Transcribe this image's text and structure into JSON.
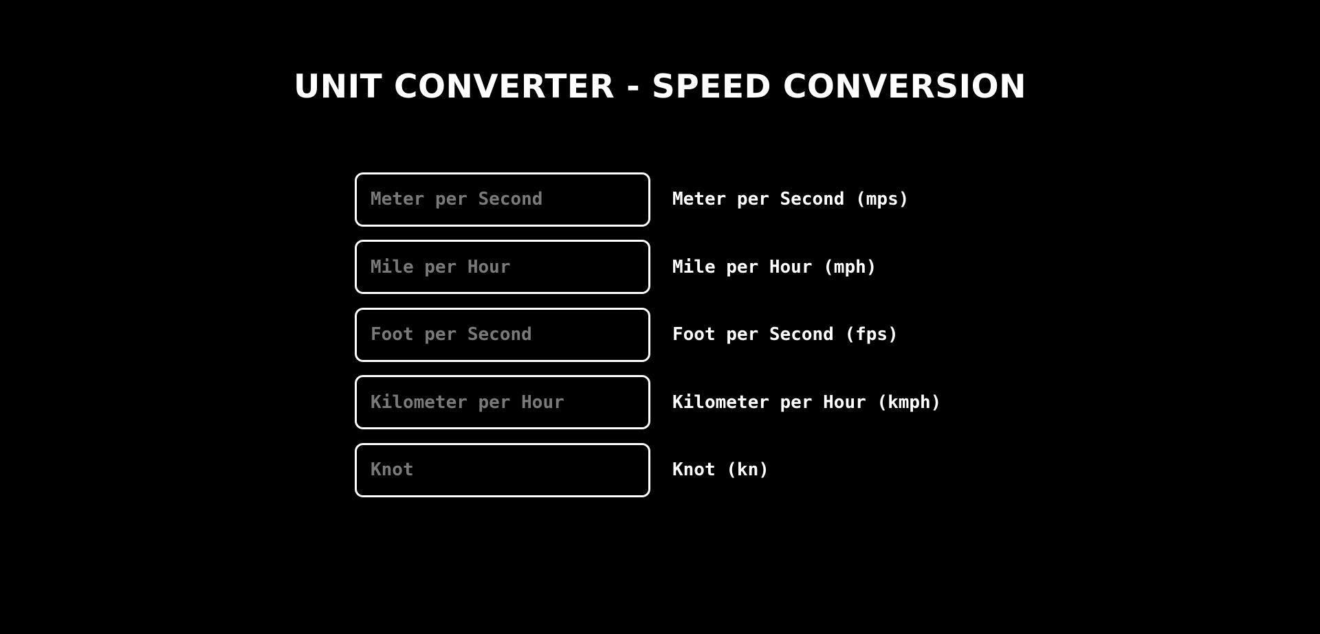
{
  "title": "UNIT CONVERTER - SPEED CONVERSION",
  "colors": {
    "background": "#000000",
    "text": "#ffffff",
    "placeholder": "#7a7a7a",
    "border": "#ffffff"
  },
  "units": [
    {
      "placeholder": "Meter per Second",
      "label": "Meter per Second (mps)",
      "value": ""
    },
    {
      "placeholder": "Mile per Hour",
      "label": "Mile per Hour (mph)",
      "value": ""
    },
    {
      "placeholder": "Foot per Second",
      "label": "Foot per Second (fps)",
      "value": ""
    },
    {
      "placeholder": "Kilometer per Hour",
      "label": "Kilometer per Hour (kmph)",
      "value": ""
    },
    {
      "placeholder": "Knot",
      "label": "Knot (kn)",
      "value": ""
    }
  ]
}
